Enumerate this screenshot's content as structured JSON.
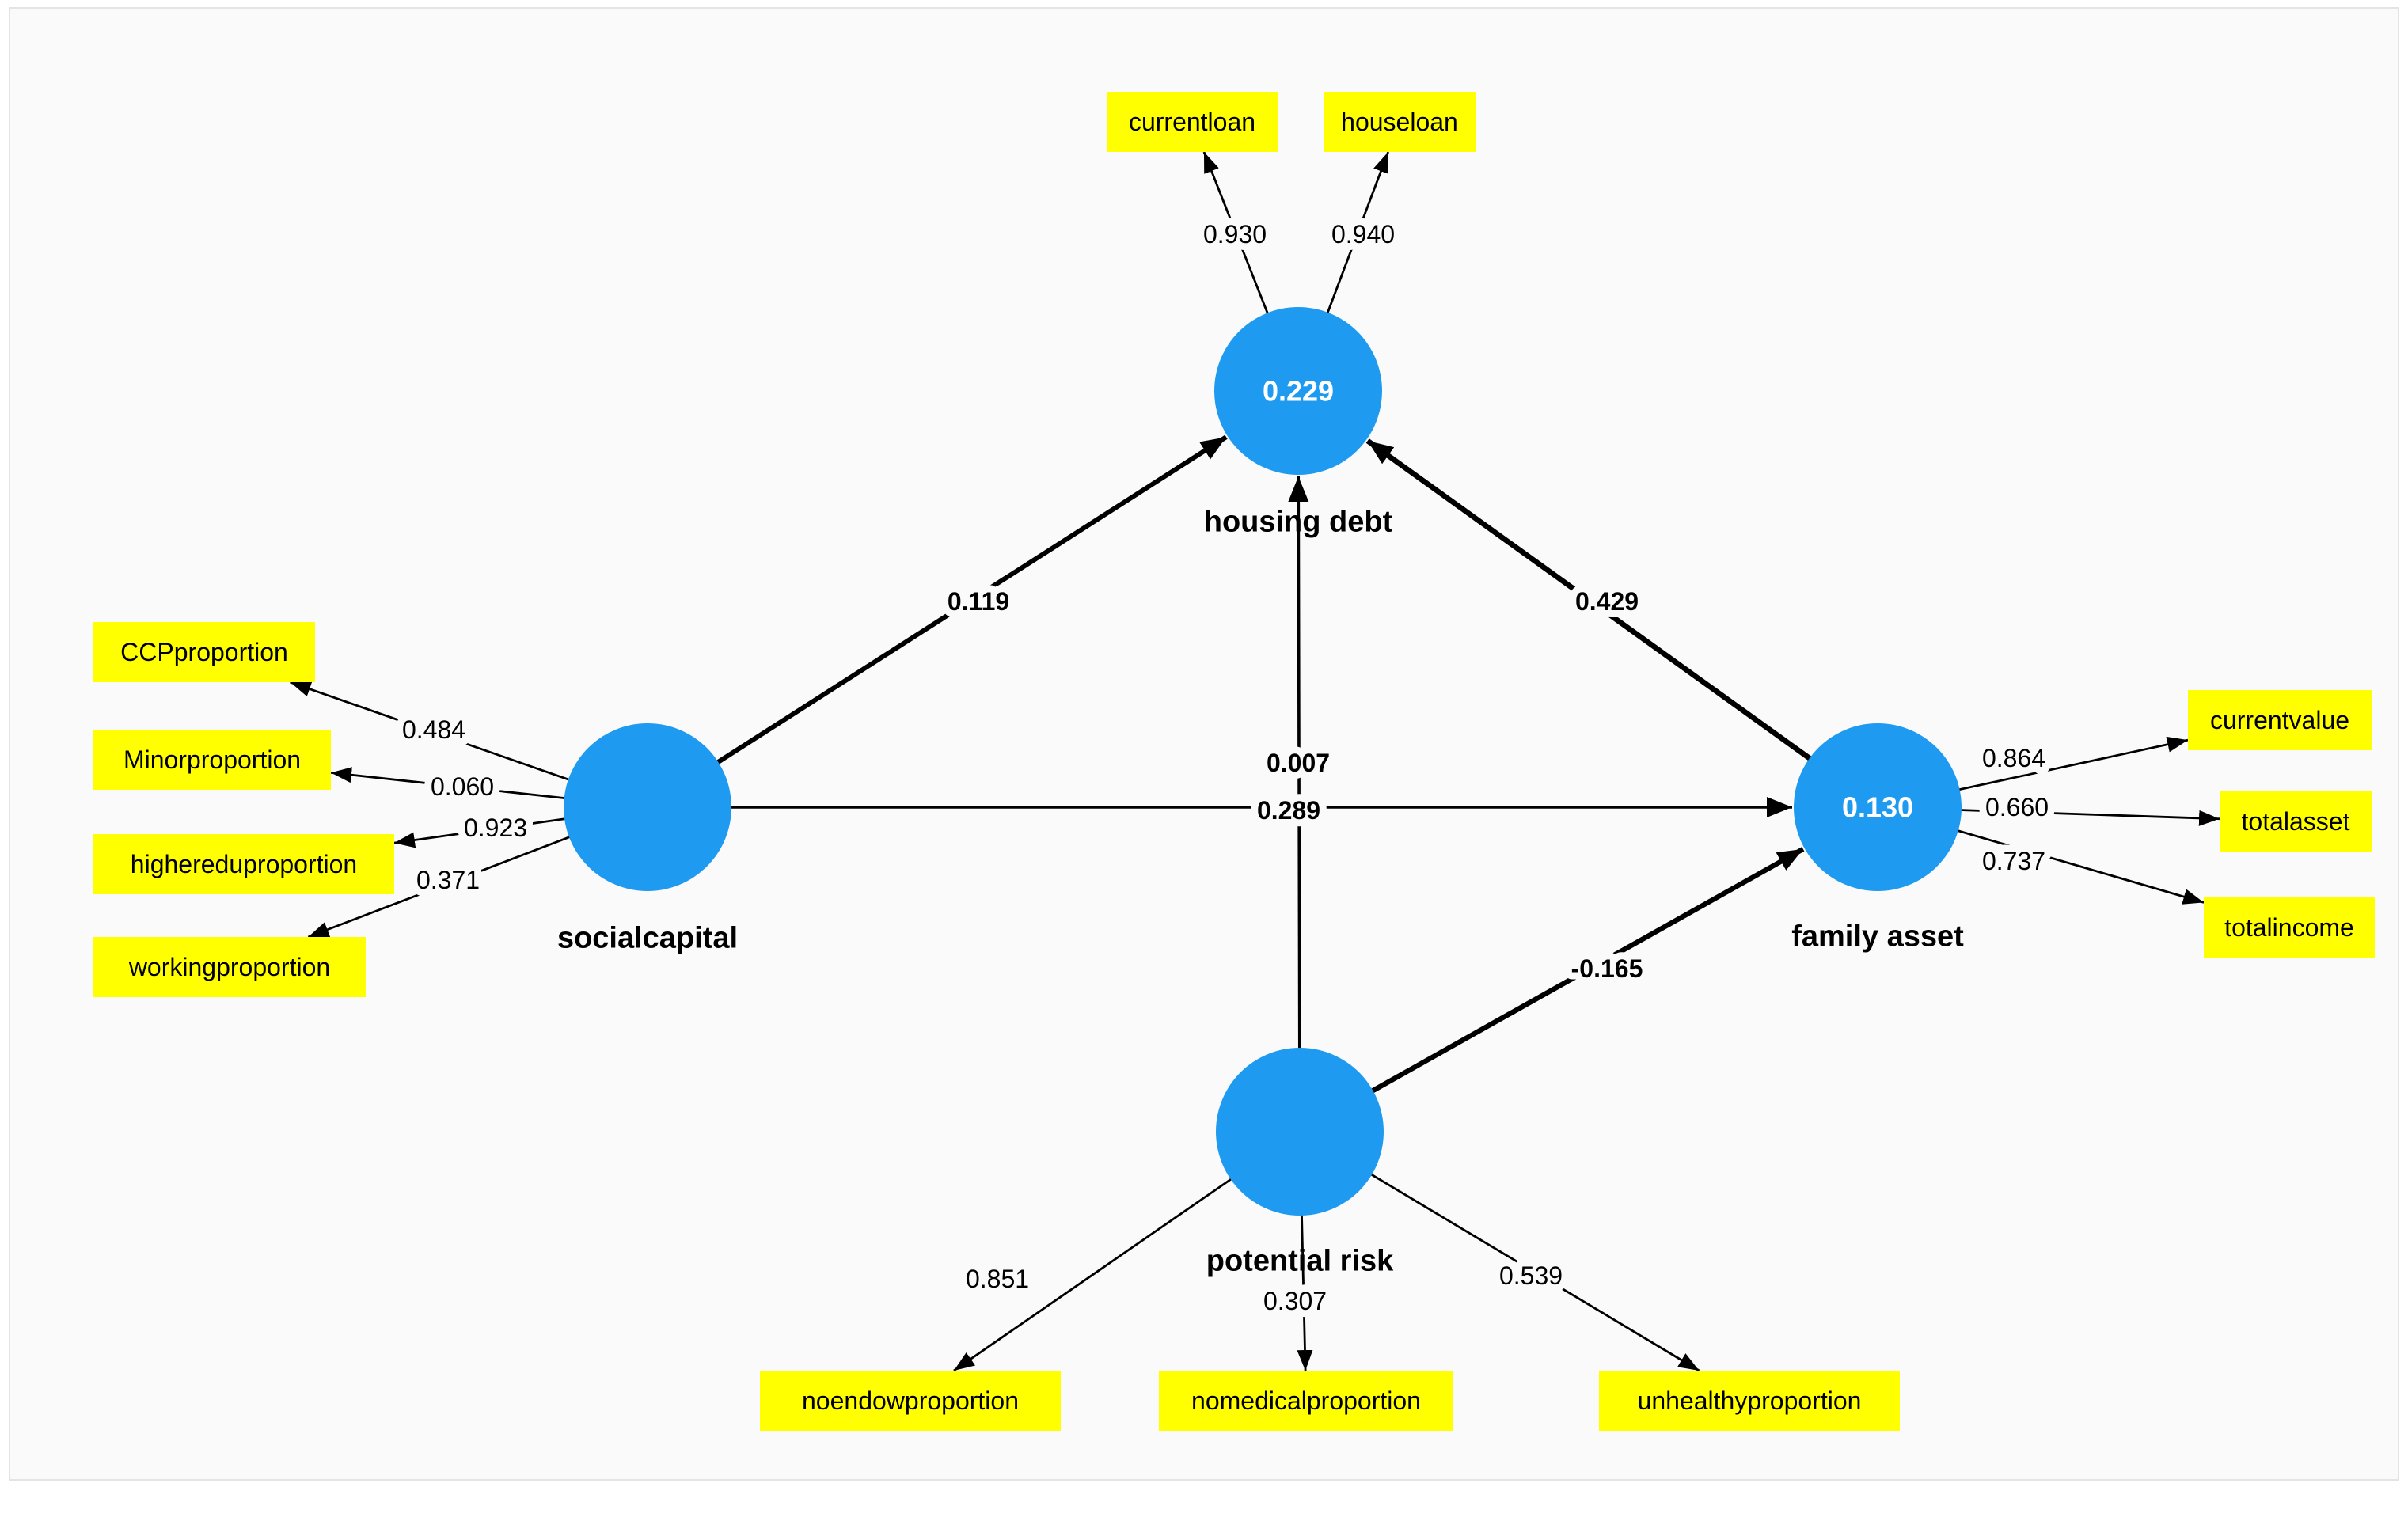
{
  "colors": {
    "background": "#FFFFFF",
    "canvas": "#FAFAFA",
    "canvas_border": "#E4E4E4",
    "latent_fill": "#1E9BF0",
    "latent_value_text": "#FFFFFF",
    "indicator_fill": "#FFFF00",
    "indicator_text": "#000000",
    "edge": "#000000"
  },
  "model": {
    "latents": [
      {
        "id": "socialcapital",
        "label": "socialcapital",
        "value": ""
      },
      {
        "id": "housingdebt",
        "label": "housing debt",
        "value": "0.229"
      },
      {
        "id": "familyasset",
        "label": "family asset",
        "value": "0.130"
      },
      {
        "id": "potentialrisk",
        "label": "potential risk",
        "value": ""
      }
    ],
    "indicators": [
      {
        "id": "currentloan",
        "label": "currentloan",
        "latent": "housingdebt",
        "loading": "0.930"
      },
      {
        "id": "houseloan",
        "label": "houseloan",
        "latent": "housingdebt",
        "loading": "0.940"
      },
      {
        "id": "CCPproportion",
        "label": "CCPproportion",
        "latent": "socialcapital",
        "loading": "0.484"
      },
      {
        "id": "Minorproportion",
        "label": "Minorproportion",
        "latent": "socialcapital",
        "loading": "0.060"
      },
      {
        "id": "highereduproportion",
        "label": "highereduproportion",
        "latent": "socialcapital",
        "loading": "0.923"
      },
      {
        "id": "workingproportion",
        "label": "workingproportion",
        "latent": "socialcapital",
        "loading": "0.371"
      },
      {
        "id": "currentvalue",
        "label": "currentvalue",
        "latent": "familyasset",
        "loading": "0.864"
      },
      {
        "id": "totalasset",
        "label": "totalasset",
        "latent": "familyasset",
        "loading": "0.660"
      },
      {
        "id": "totalincome",
        "label": "totalincome",
        "latent": "familyasset",
        "loading": "0.737"
      },
      {
        "id": "noendowproportion",
        "label": "noendowproportion",
        "latent": "potentialrisk",
        "loading": "0.851"
      },
      {
        "id": "nomedicalproportion",
        "label": "nomedicalproportion",
        "latent": "potentialrisk",
        "loading": "0.307"
      },
      {
        "id": "unhealthyproportion",
        "label": "unhealthyproportion",
        "latent": "potentialrisk",
        "loading": "0.539"
      }
    ],
    "paths": [
      {
        "from": "socialcapital",
        "to": "housingdebt",
        "coefficient": "0.119"
      },
      {
        "from": "familyasset",
        "to": "housingdebt",
        "coefficient": "0.429"
      },
      {
        "from": "potentialrisk",
        "to": "housingdebt",
        "coefficient": "0.007"
      },
      {
        "from": "socialcapital",
        "to": "familyasset",
        "coefficient": "0.289"
      },
      {
        "from": "potentialrisk",
        "to": "familyasset",
        "coefficient": "-0.165"
      }
    ]
  }
}
